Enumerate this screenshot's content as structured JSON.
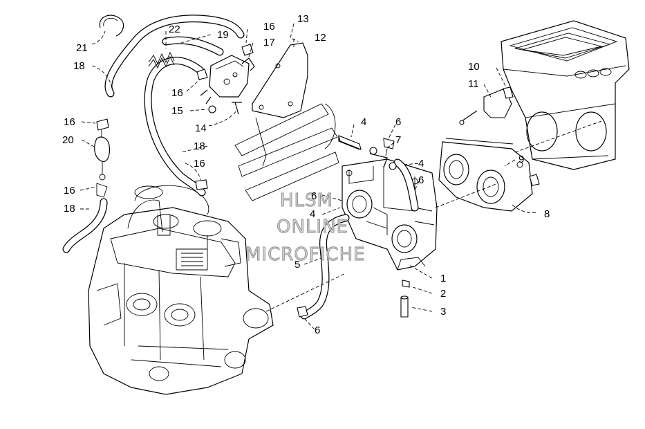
{
  "labels": {
    "l1": "1",
    "l2": "2",
    "l3": "3",
    "l4a": "4",
    "l4b": "4",
    "l4c": "4",
    "l5": "5",
    "l6a": "6",
    "l6b": "6",
    "l6c": "6",
    "l6d": "6",
    "l7": "7",
    "l8": "8",
    "l9": "9",
    "l10": "10",
    "l11": "11",
    "l12": "12",
    "l13": "13",
    "l14": "14",
    "l15": "15",
    "l16a": "16",
    "l16b": "16",
    "l16c": "16",
    "l16d": "16",
    "l16e": "16",
    "l17": "17",
    "l18a": "18",
    "l18b": "18",
    "l18c": "18",
    "l19": "19",
    "l20": "20",
    "l21": "21",
    "l22": "22"
  },
  "watermark": {
    "line1": "HLSM",
    "line2": "ONLINE",
    "line3": "MICROFICHE"
  }
}
